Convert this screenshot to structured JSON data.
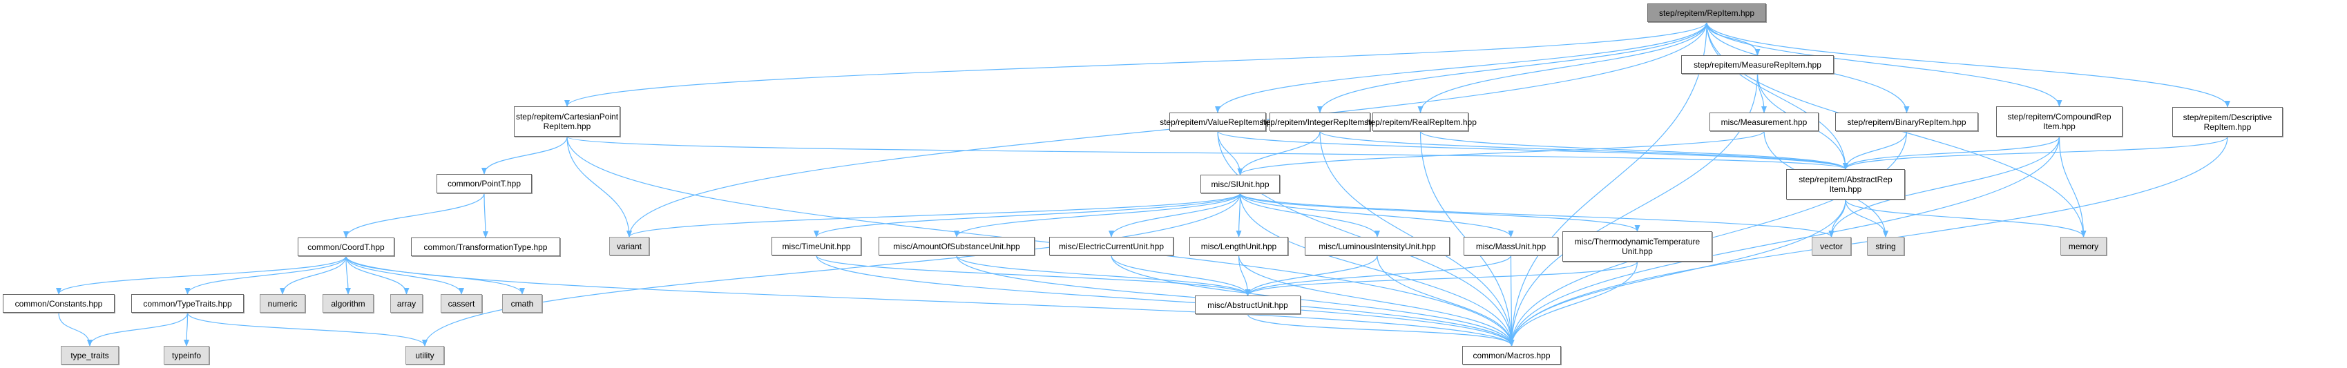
{
  "title": "step/repitem/RepItem.hpp include dependency graph",
  "colors": {
    "edge": "#63b8ff",
    "root_fill": "#999999",
    "system_fill": "#e0e0e0",
    "node_fill": "#ffffff"
  },
  "nodes": [
    {
      "id": "root",
      "label": "step/repitem/RepItem.hpp",
      "kind": "root"
    },
    {
      "id": "measure",
      "label": "step/repitem/MeasureRepItem.hpp",
      "kind": "file"
    },
    {
      "id": "cartesian",
      "label": "step/repitem/CartesianPoint\nRepItem.hpp",
      "kind": "file"
    },
    {
      "id": "value",
      "label": "step/repitem/ValueRepItem.hpp",
      "kind": "file"
    },
    {
      "id": "integer",
      "label": "step/repitem/IntegerRepItem.hpp",
      "kind": "file"
    },
    {
      "id": "real",
      "label": "step/repitem/RealRepItem.hpp",
      "kind": "file"
    },
    {
      "id": "measurement",
      "label": "misc/Measurement.hpp",
      "kind": "file"
    },
    {
      "id": "binary",
      "label": "step/repitem/BinaryRepItem.hpp",
      "kind": "file"
    },
    {
      "id": "compound",
      "label": "step/repitem/CompoundRep\nItem.hpp",
      "kind": "file"
    },
    {
      "id": "descriptive",
      "label": "step/repitem/Descriptive\nRepItem.hpp",
      "kind": "file"
    },
    {
      "id": "pointt",
      "label": "common/PointT.hpp",
      "kind": "file"
    },
    {
      "id": "siunit",
      "label": "misc/SIUnit.hpp",
      "kind": "file"
    },
    {
      "id": "abstractrep",
      "label": "step/repitem/AbstractRep\nItem.hpp",
      "kind": "file"
    },
    {
      "id": "coordt",
      "label": "common/CoordT.hpp",
      "kind": "file"
    },
    {
      "id": "transform",
      "label": "common/TransformationType.hpp",
      "kind": "file"
    },
    {
      "id": "variant",
      "label": "variant",
      "kind": "system"
    },
    {
      "id": "timeunit",
      "label": "misc/TimeUnit.hpp",
      "kind": "file"
    },
    {
      "id": "amount",
      "label": "misc/AmountOfSubstanceUnit.hpp",
      "kind": "file"
    },
    {
      "id": "electric",
      "label": "misc/ElectricCurrentUnit.hpp",
      "kind": "file"
    },
    {
      "id": "length",
      "label": "misc/LengthUnit.hpp",
      "kind": "file"
    },
    {
      "id": "luminous",
      "label": "misc/LuminousIntensityUnit.hpp",
      "kind": "file"
    },
    {
      "id": "mass",
      "label": "misc/MassUnit.hpp",
      "kind": "file"
    },
    {
      "id": "thermo",
      "label": "misc/ThermodynamicTemperature\nUnit.hpp",
      "kind": "file"
    },
    {
      "id": "vector",
      "label": "vector",
      "kind": "system"
    },
    {
      "id": "string",
      "label": "string",
      "kind": "system"
    },
    {
      "id": "memory",
      "label": "memory",
      "kind": "system"
    },
    {
      "id": "constants",
      "label": "common/Constants.hpp",
      "kind": "file"
    },
    {
      "id": "typetraits",
      "label": "common/TypeTraits.hpp",
      "kind": "file"
    },
    {
      "id": "numeric",
      "label": "numeric",
      "kind": "system"
    },
    {
      "id": "algorithm",
      "label": "algorithm",
      "kind": "system"
    },
    {
      "id": "array",
      "label": "array",
      "kind": "system"
    },
    {
      "id": "cassert",
      "label": "cassert",
      "kind": "system"
    },
    {
      "id": "cmath",
      "label": "cmath",
      "kind": "system"
    },
    {
      "id": "abstractunit",
      "label": "misc/AbstructUnit.hpp",
      "kind": "file"
    },
    {
      "id": "type_traits",
      "label": "type_traits",
      "kind": "system"
    },
    {
      "id": "typeinfo",
      "label": "typeinfo",
      "kind": "system"
    },
    {
      "id": "utility",
      "label": "utility",
      "kind": "system"
    },
    {
      "id": "macros",
      "label": "common/Macros.hpp",
      "kind": "file"
    }
  ],
  "edges": [
    [
      "root",
      "measure"
    ],
    [
      "root",
      "cartesian"
    ],
    [
      "root",
      "value"
    ],
    [
      "root",
      "integer"
    ],
    [
      "root",
      "real"
    ],
    [
      "root",
      "binary"
    ],
    [
      "root",
      "compound"
    ],
    [
      "root",
      "descriptive"
    ],
    [
      "root",
      "abstractrep"
    ],
    [
      "root",
      "variant"
    ],
    [
      "root",
      "memory"
    ],
    [
      "root",
      "macros"
    ],
    [
      "measure",
      "measurement"
    ],
    [
      "measure",
      "abstractrep"
    ],
    [
      "measure",
      "macros"
    ],
    [
      "cartesian",
      "pointt"
    ],
    [
      "cartesian",
      "abstractrep"
    ],
    [
      "cartesian",
      "variant"
    ],
    [
      "cartesian",
      "macros"
    ],
    [
      "value",
      "siunit"
    ],
    [
      "value",
      "abstractrep"
    ],
    [
      "value",
      "macros"
    ],
    [
      "integer",
      "siunit"
    ],
    [
      "integer",
      "abstractrep"
    ],
    [
      "integer",
      "macros"
    ],
    [
      "real",
      "abstractrep"
    ],
    [
      "real",
      "macros"
    ],
    [
      "measurement",
      "siunit"
    ],
    [
      "measurement",
      "string"
    ],
    [
      "binary",
      "abstractrep"
    ],
    [
      "binary",
      "macros"
    ],
    [
      "compound",
      "abstractrep"
    ],
    [
      "compound",
      "vector"
    ],
    [
      "compound",
      "memory"
    ],
    [
      "compound",
      "macros"
    ],
    [
      "descriptive",
      "abstractrep"
    ],
    [
      "descriptive",
      "macros"
    ],
    [
      "pointt",
      "coordt"
    ],
    [
      "pointt",
      "transform"
    ],
    [
      "siunit",
      "variant"
    ],
    [
      "siunit",
      "timeunit"
    ],
    [
      "siunit",
      "amount"
    ],
    [
      "siunit",
      "electric"
    ],
    [
      "siunit",
      "length"
    ],
    [
      "siunit",
      "luminous"
    ],
    [
      "siunit",
      "mass"
    ],
    [
      "siunit",
      "thermo"
    ],
    [
      "siunit",
      "vector"
    ],
    [
      "siunit",
      "utility"
    ],
    [
      "siunit",
      "macros"
    ],
    [
      "abstractrep",
      "vector"
    ],
    [
      "abstractrep",
      "string"
    ],
    [
      "abstractrep",
      "memory"
    ],
    [
      "abstractrep",
      "macros"
    ],
    [
      "coordt",
      "constants"
    ],
    [
      "coordt",
      "typetraits"
    ],
    [
      "coordt",
      "numeric"
    ],
    [
      "coordt",
      "algorithm"
    ],
    [
      "coordt",
      "array"
    ],
    [
      "coordt",
      "cassert"
    ],
    [
      "coordt",
      "cmath"
    ],
    [
      "coordt",
      "macros"
    ],
    [
      "timeunit",
      "abstractunit"
    ],
    [
      "timeunit",
      "macros"
    ],
    [
      "amount",
      "abstractunit"
    ],
    [
      "amount",
      "macros"
    ],
    [
      "electric",
      "abstractunit"
    ],
    [
      "electric",
      "macros"
    ],
    [
      "length",
      "abstractunit"
    ],
    [
      "length",
      "macros"
    ],
    [
      "luminous",
      "abstractunit"
    ],
    [
      "luminous",
      "macros"
    ],
    [
      "mass",
      "abstractunit"
    ],
    [
      "mass",
      "macros"
    ],
    [
      "thermo",
      "abstractunit"
    ],
    [
      "thermo",
      "macros"
    ],
    [
      "constants",
      "type_traits"
    ],
    [
      "typetraits",
      "type_traits"
    ],
    [
      "typetraits",
      "typeinfo"
    ],
    [
      "typetraits",
      "utility"
    ],
    [
      "abstractunit",
      "macros"
    ]
  ]
}
